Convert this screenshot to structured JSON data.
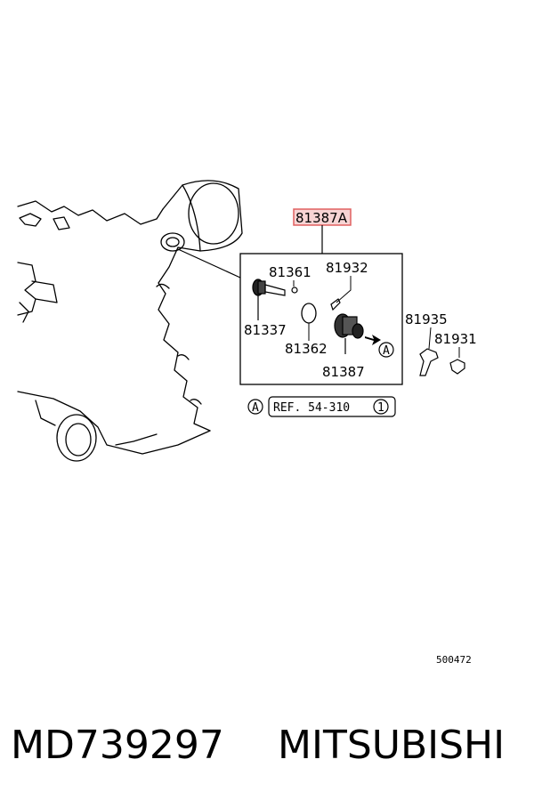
{
  "diagram": {
    "highlight_color": "#e06060",
    "assembly_label": "81387A",
    "labels": {
      "p81361": "81361",
      "p81932": "81932",
      "p81337": "81337",
      "p81362": "81362",
      "p81387": "81387",
      "p81935": "81935",
      "p81931": "81931",
      "ref_marker_a": "A",
      "ref_marker_b": "A",
      "ref_text": "REF. 54-310",
      "ref_index": "1"
    },
    "drawing_code": "500472"
  },
  "caption": {
    "part_number": "MD739297",
    "brand": "MITSUBISHI"
  }
}
